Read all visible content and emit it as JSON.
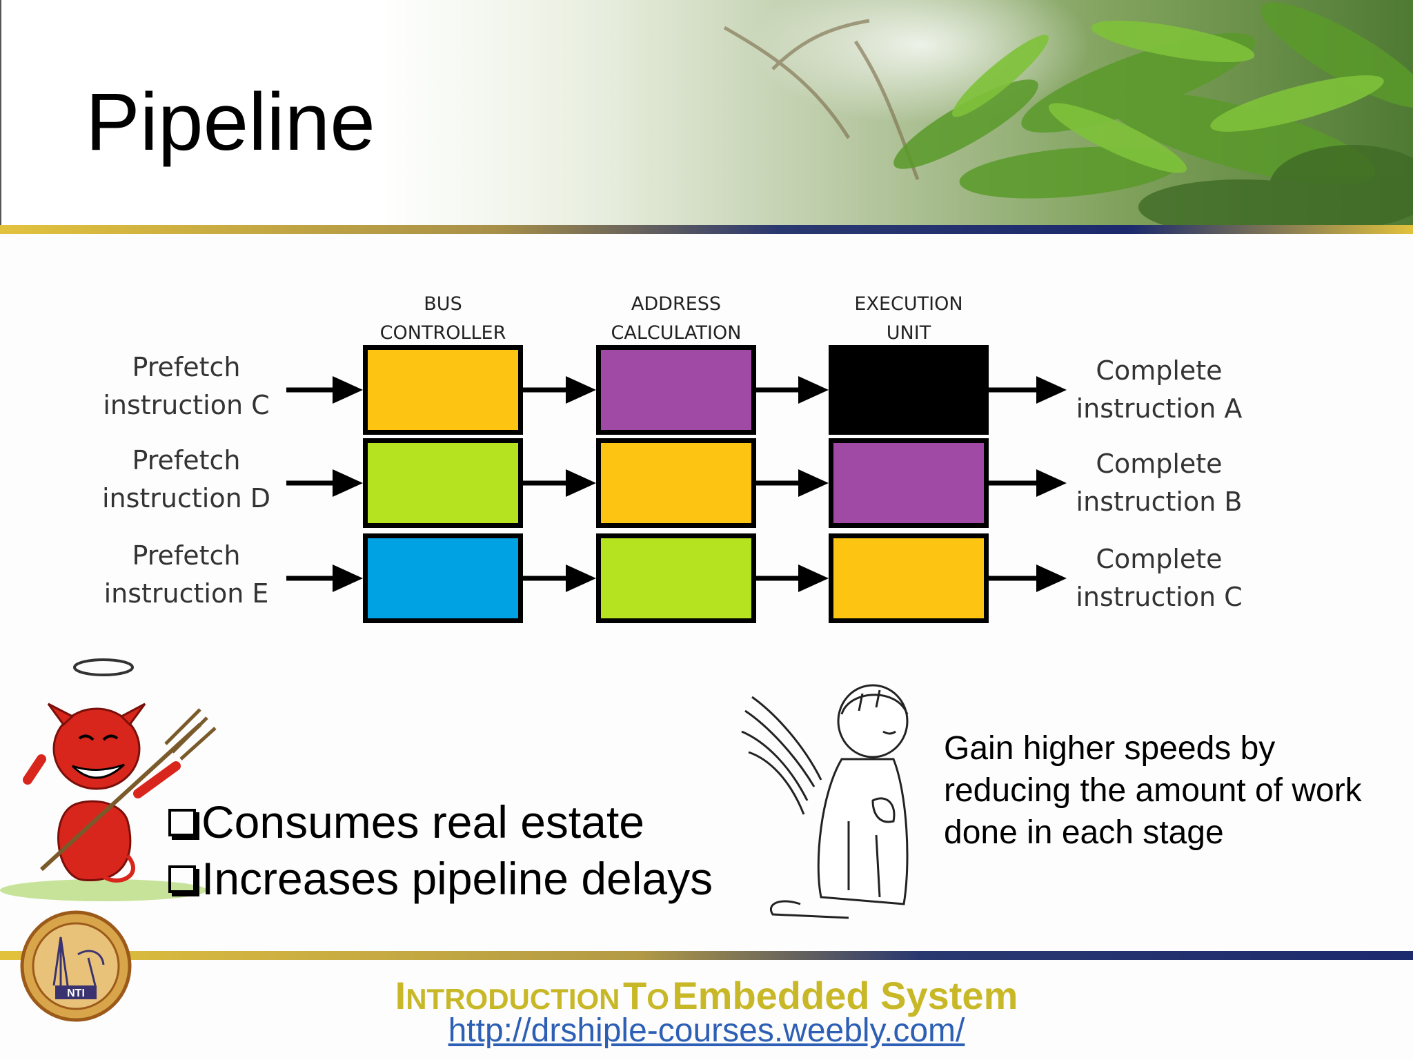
{
  "slide": {
    "title": "Pipeline",
    "stage_headers": [
      "BUS\nCONTROLLER",
      "ADDRESS\nCALCULATION",
      "EXECUTION\nUNIT"
    ],
    "rows": [
      {
        "input": "Prefetch\ninstruction C",
        "output": "Complete\ninstruction A",
        "stage_colors": [
          "#fdc512",
          "#a049a5",
          "#000000"
        ]
      },
      {
        "input": "Prefetch\ninstruction D",
        "output": "Complete\ninstruction B",
        "stage_colors": [
          "#b5e31f",
          "#fdc512",
          "#a049a5"
        ]
      },
      {
        "input": "Prefetch\ninstruction E",
        "output": "Complete\ninstruction C",
        "stage_colors": [
          "#00a2e4",
          "#b5e31f",
          "#fdc512"
        ]
      }
    ],
    "cons": [
      "Consumes real estate",
      "Increases pipeline delays"
    ],
    "pro_lines": [
      "Gain higher speeds by",
      "reducing the amount of work",
      "done in each stage"
    ]
  },
  "footer": {
    "course_words": [
      {
        "cap": "I",
        "rest": "NTRODUCTION"
      },
      {
        "cap": "T",
        "rest": "O"
      }
    ],
    "course_tail": "Embedded System",
    "url": "http://drshiple-courses.weebly.com/",
    "logo_text": "NTI"
  },
  "colors": {
    "footer_title": "#c8b827",
    "link": "#2d5fb5",
    "band_gold": "#d9b53a",
    "band_navy": "#1c2a6e"
  },
  "icons": [
    "devil-illustration",
    "angel-illustration",
    "nti-logo",
    "fern-photo"
  ]
}
